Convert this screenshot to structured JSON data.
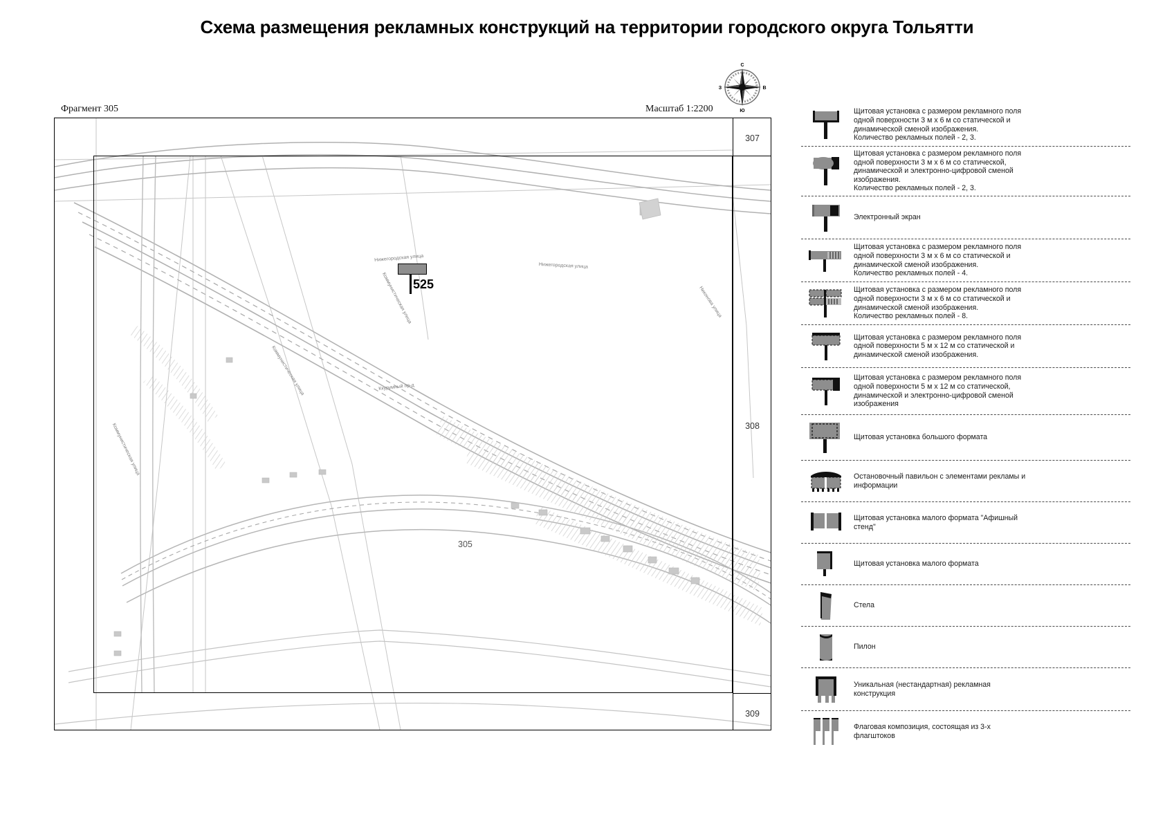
{
  "document": {
    "title": "Схема размещения рекламных конструкций на территории городского округа Тольятти",
    "fragment_label": "Фрагмент 305",
    "scale_label": "Масштаб 1:2200"
  },
  "compass": {
    "north": "С",
    "south": "Ю",
    "east": "В",
    "west": "З"
  },
  "map": {
    "fragment_number": "305",
    "marker": {
      "id": "525"
    },
    "neighbours": [
      {
        "number": "307"
      },
      {
        "number": "308"
      },
      {
        "number": "309"
      }
    ],
    "streets": [
      {
        "name": "Нижегородская улица"
      },
      {
        "name": "Нижегородская улица"
      },
      {
        "name": "Коммунистическая улица"
      },
      {
        "name": "Коммунистическая улица"
      },
      {
        "name": "Коммунистическая улица"
      },
      {
        "name": "Никонова улица"
      },
      {
        "name": "Ккурумный пр-д"
      }
    ],
    "colors": {
      "frame": "#000000",
      "roads": "#b4b4b4",
      "buildings": "#c8c8c8",
      "marker_fill": "#8e8e8e"
    }
  },
  "legend": {
    "items": [
      {
        "icon": "billboard-3x6-static-dynamic-icon",
        "text": "Щитовая установка с размером рекламного поля\nодной поверхности 3 м х 6 м со статической и\nдинамической сменой изображения.\nКоличество рекламных полей - 2, 3."
      },
      {
        "icon": "billboard-3x6-digital-icon",
        "text": "Щитовая установка с размером рекламного поля\nодной поверхности 3 м х 6 м со статической,\nдинамической и электронно-цифровой сменой\nизображения.\nКоличество рекламных полей - 2, 3."
      },
      {
        "icon": "electronic-screen-icon",
        "text": "Электронный экран"
      },
      {
        "icon": "billboard-3x6-four-fields-icon",
        "text": "Щитовая установка с размером рекламного поля\nодной поверхности 3 м х 6 м со статической и\nдинамической сменой изображения.\nКоличество рекламных полей - 4."
      },
      {
        "icon": "billboard-3x6-eight-fields-icon",
        "text": "Щитовая установка с размером рекламного поля\nодной поверхности 3 м х 6 м со статической и\nдинамической сменой изображения.\nКоличество рекламных полей - 8."
      },
      {
        "icon": "billboard-5x12-static-dynamic-icon",
        "text": "Щитовая установка с размером рекламного поля\nодной поверхности 5 м х 12 м со статической и\nдинамической сменой изображения."
      },
      {
        "icon": "billboard-5x12-digital-icon",
        "text": "Щитовая установка с размером рекламного поля\nодной поверхности 5 м х 12 м со статической,\nдинамической и электронно-цифровой сменой\nизображения"
      },
      {
        "icon": "billboard-large-format-icon",
        "text": "Щитовая установка большого формата"
      },
      {
        "icon": "bus-stop-pavilion-icon",
        "text": "Остановочный павильон с элементами рекламы и\nинформации"
      },
      {
        "icon": "poster-stand-icon",
        "text": "Щитовая установка малого формата \"Афишный\nстенд\""
      },
      {
        "icon": "billboard-small-format-icon",
        "text": "Щитовая установка малого формата"
      },
      {
        "icon": "stela-icon",
        "text": "Стела"
      },
      {
        "icon": "pylon-icon",
        "text": "Пилон"
      },
      {
        "icon": "unique-construction-icon",
        "text": "Уникальная (нестандартная) рекламная\nконструкция"
      },
      {
        "icon": "flag-composition-icon",
        "text": "Флаговая композиция, состоящая из 3-х\nфлагштоков"
      }
    ]
  }
}
